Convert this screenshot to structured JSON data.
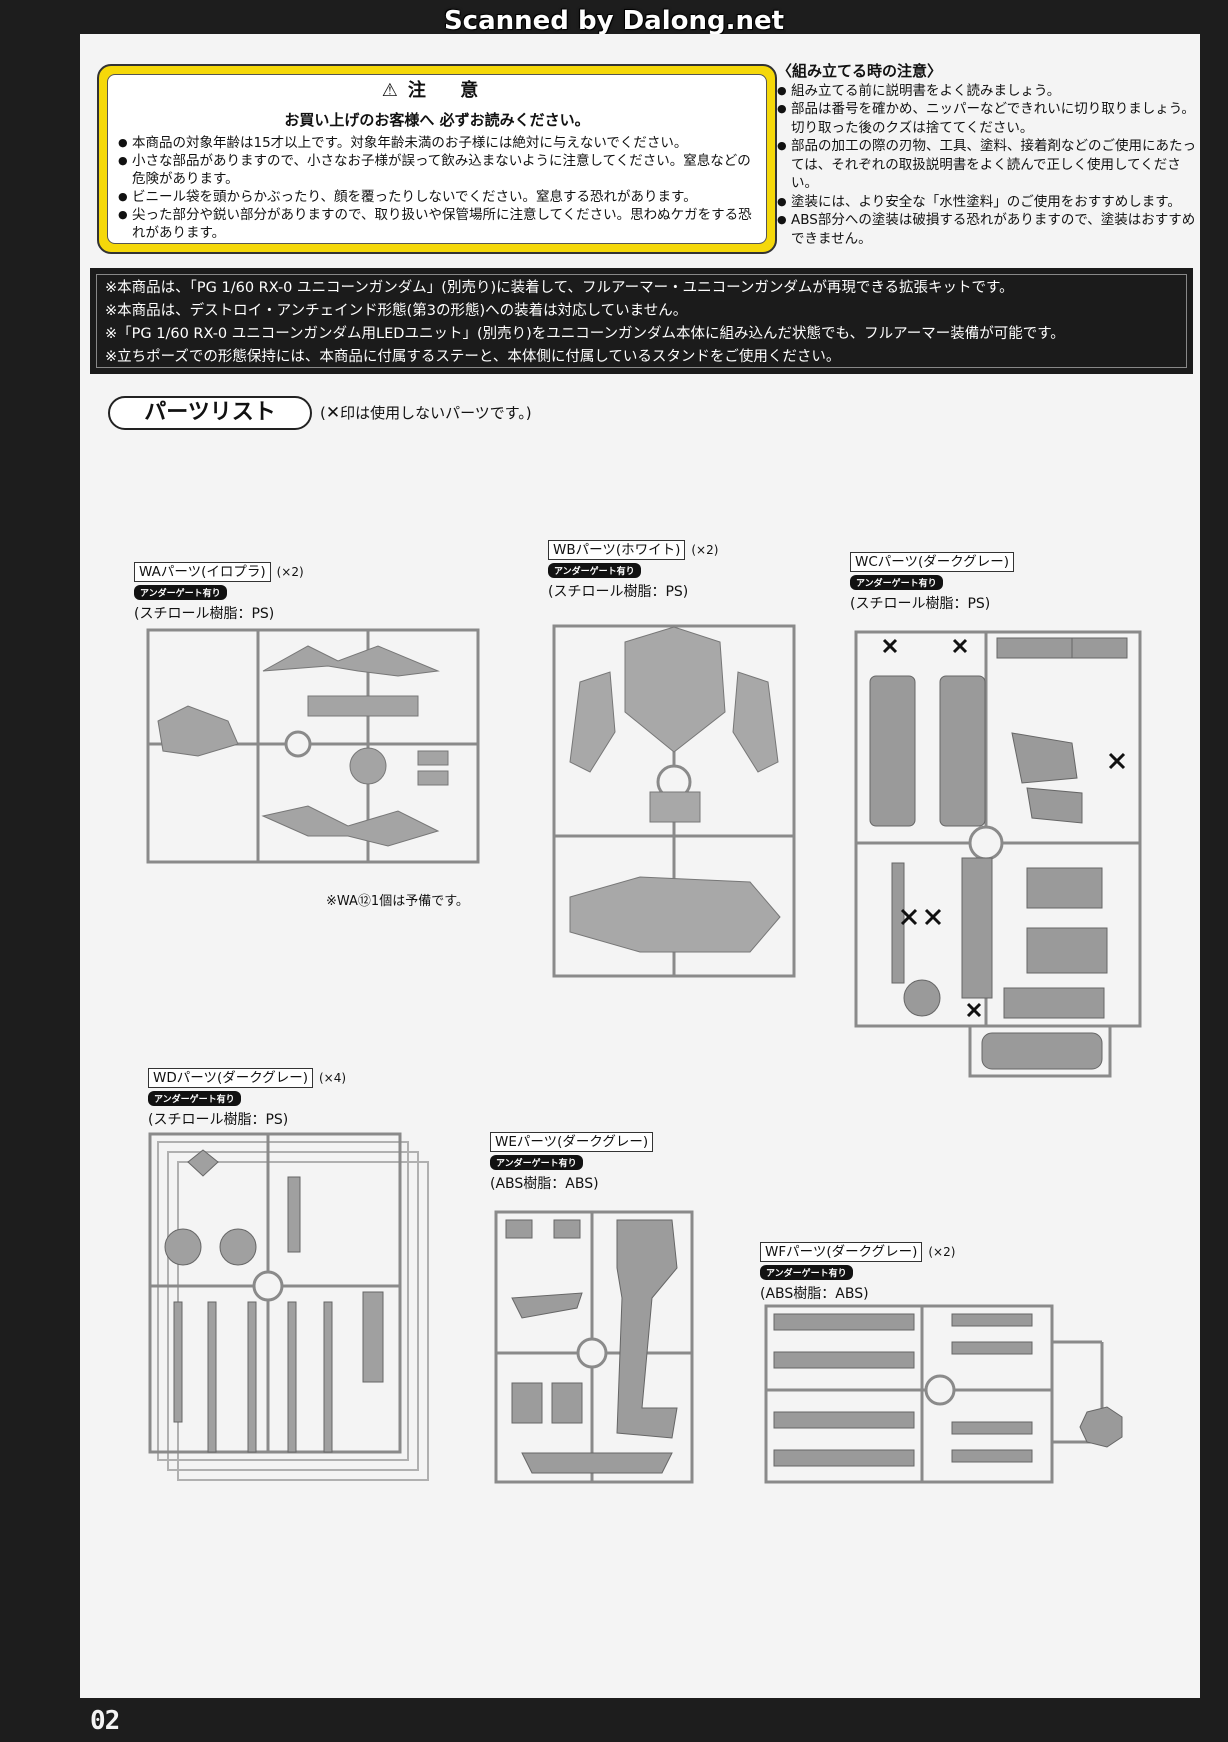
{
  "watermark": "Scanned by Dalong.net",
  "page_number": "02",
  "caution": {
    "title": "注 意",
    "subtitle": "お買い上げのお客様へ 必ずお読みください。",
    "items": [
      "本商品の対象年齢は15才以上です。対象年齢未満のお子様には絶対に与えないでください。",
      "小さな部品がありますので、小さなお子様が誤って飲み込まないように注意してください。窒息などの危険があります。",
      "ビニール袋を頭からかぶったり、顔を覆ったりしないでください。窒息する恐れがあります。",
      "尖った部分や鋭い部分がありますので、取り扱いや保管場所に注意してください。思わぬケガをする恐れがあります。"
    ]
  },
  "assembly_notes": {
    "title": "〈組み立てる時の注意〉",
    "items": [
      "組み立てる前に説明書をよく読みましょう。",
      "部品は番号を確かめ、ニッパーなどできれいに切り取りましょう。切り取った後のクズは捨ててください。",
      "部品の加工の際の刃物、工具、塗料、接着剤などのご使用にあたっては、それぞれの取扱説明書をよく読んで正しく使用してください。",
      "塗装には、より安全な「水性塗料」のご使用をおすすめします。",
      "ABS部分への塗装は破損する恐れがありますので、塗装はおすすめできません。"
    ]
  },
  "notice": [
    "※本商品は、「PG 1/60 RX-0 ユニコーンガンダム」(別売り)に装着して、フルアーマー・ユニコーンガンダムが再現できる拡張キットです。",
    "※本商品は、デストロイ・アンチェインド形態(第3の形態)への装着は対応していません。",
    "※「PG 1/60 RX-0 ユニコーンガンダム用LEDユニット」(別売り)をユニコーンガンダム本体に組み込んだ状態でも、フルアーマー装備が可能です。",
    "※立ちポーズでの形態保持には、本商品に付属するステーと、本体側に付属しているスタンドをご使用ください。"
  ],
  "parts_list": {
    "title": "パーツリスト",
    "note_mark": "✕",
    "note": "印は使用しないパーツです。)",
    "note_open": "(",
    "spare_note": "※WA⑫1個は予備です。",
    "runners": [
      {
        "name": "WAパーツ(イロプラ)",
        "count": "(×2)",
        "gate": "アンダーゲート有り",
        "material": "(スチロール樹脂：PS)"
      },
      {
        "name": "WBパーツ(ホワイト)",
        "count": "(×2)",
        "gate": "アンダーゲート有り",
        "material": "(スチロール樹脂：PS)"
      },
      {
        "name": "WCパーツ(ダークグレー)",
        "count": "",
        "gate": "アンダーゲート有り",
        "material": "(スチロール樹脂：PS)"
      },
      {
        "name": "WDパーツ(ダークグレー)",
        "count": "(×4)",
        "gate": "アンダーゲート有り",
        "material": "(スチロール樹脂：PS)"
      },
      {
        "name": "WEパーツ(ダークグレー)",
        "count": "",
        "gate": "アンダーゲート有り",
        "material": "(ABS樹脂：ABS)"
      },
      {
        "name": "WFパーツ(ダークグレー)",
        "count": "(×2)",
        "gate": "アンダーゲート有り",
        "material": "(ABS樹脂：ABS)"
      }
    ]
  },
  "colors": {
    "caution_yellow": "#f5d80a",
    "notice_black": "#1b1b1b",
    "runner_gray": "#9a9a9a"
  }
}
